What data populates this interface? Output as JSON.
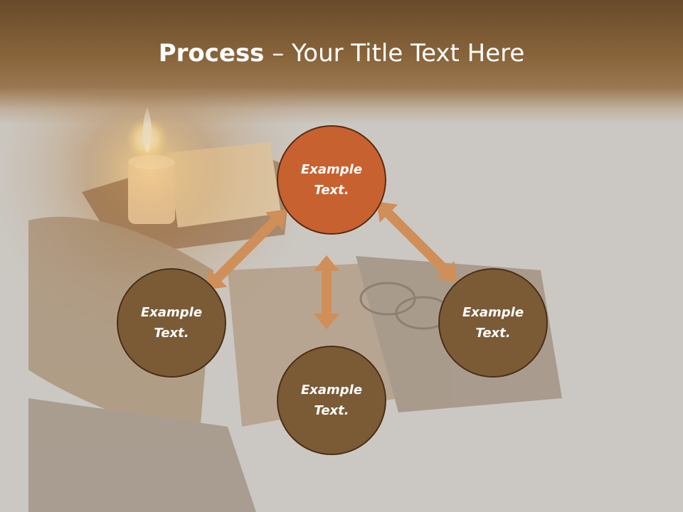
{
  "title": {
    "bold": "Process",
    "rest": " – Your Title Text Here"
  },
  "nodes": [
    {
      "label": "Example Text."
    },
    {
      "label": "Example Text."
    },
    {
      "label": "Example Text."
    },
    {
      "label": "Example Text."
    }
  ],
  "colors": {
    "title_bar": "#7a5630",
    "node_main": "#c86130",
    "node_sub": "#7a5b36",
    "arrow": "#d08e58"
  },
  "icons": [
    "double-arrow-icon"
  ]
}
